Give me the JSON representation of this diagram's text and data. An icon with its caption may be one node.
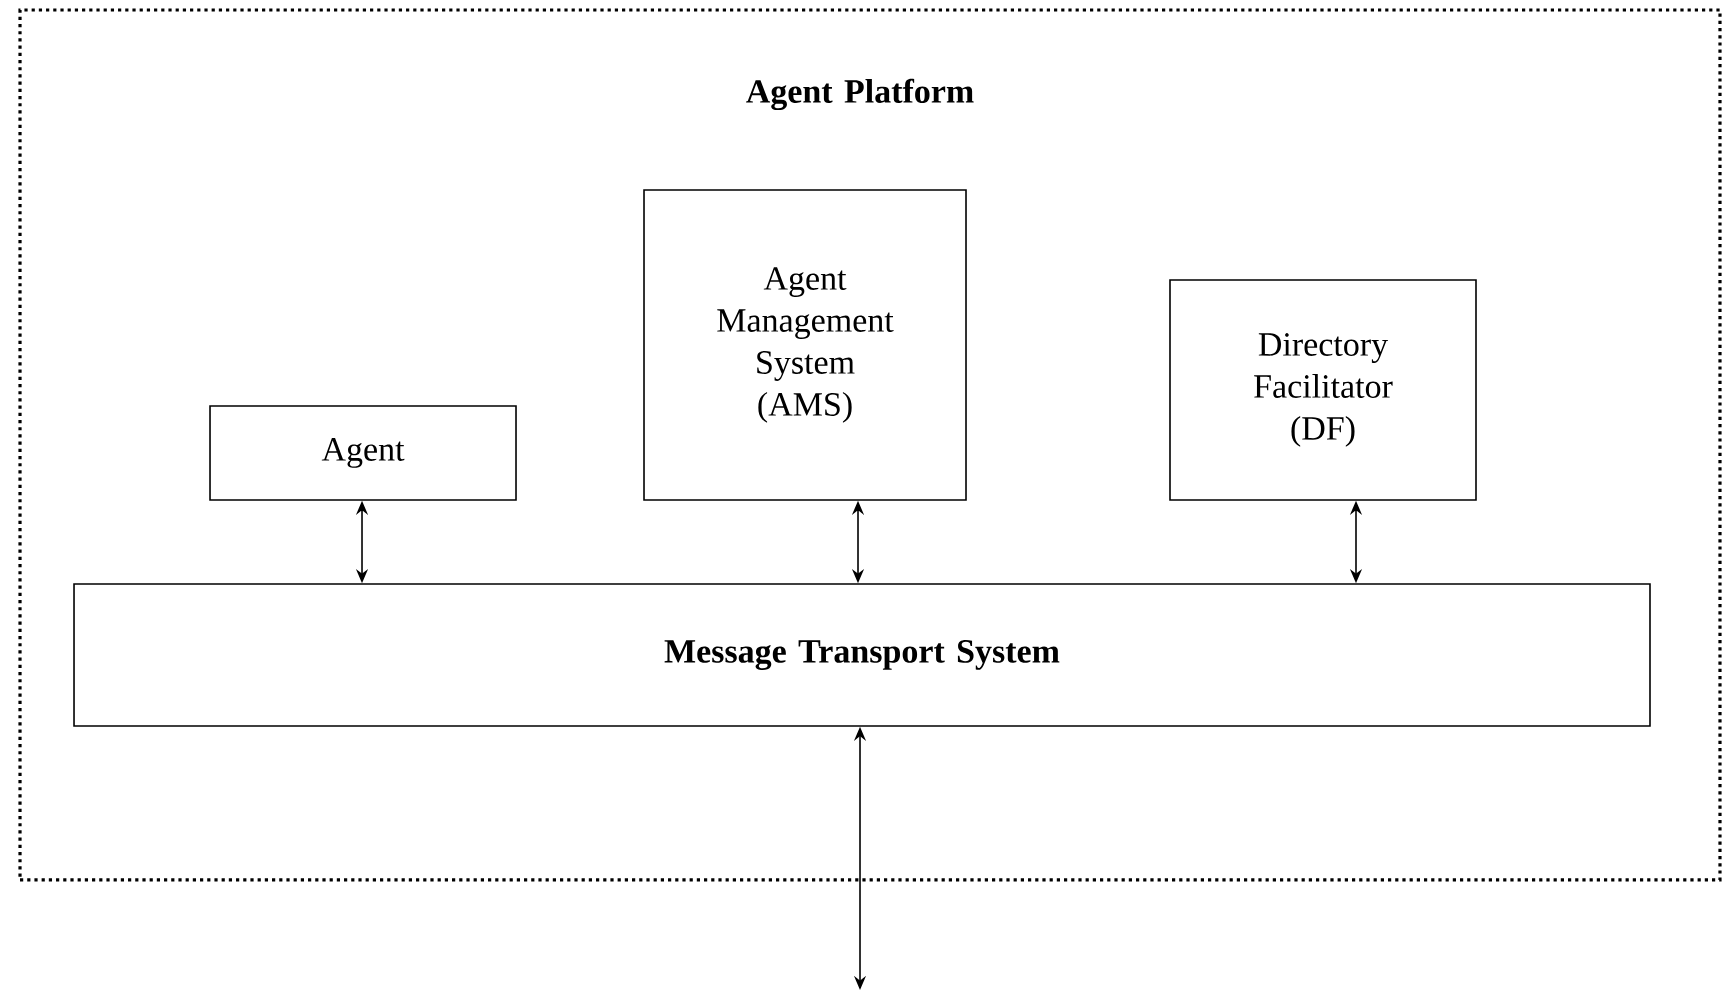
{
  "diagram": {
    "nodes": [
      {
        "text": [
          "Agent Platform"
        ]
      },
      {
        "text": [
          "Agent"
        ],
        "in": 0
      },
      {
        "text": [
          "Agent Management System (AMS)"
        ],
        "in": 0
      },
      {
        "text": [
          "Directory Facilitator (DF)"
        ],
        "in": 0
      },
      {
        "text": [
          "Message Transport System"
        ],
        "in": 0
      }
    ],
    "edges": [
      {
        "from": 1,
        "to": 4,
        "arrow": "both"
      },
      {
        "from": 2,
        "to": 4,
        "arrow": "both"
      },
      {
        "from": 3,
        "to": 4,
        "arrow": "both"
      },
      {
        "from": 4,
        "to": null,
        "arrow": "both"
      }
    ]
  }
}
